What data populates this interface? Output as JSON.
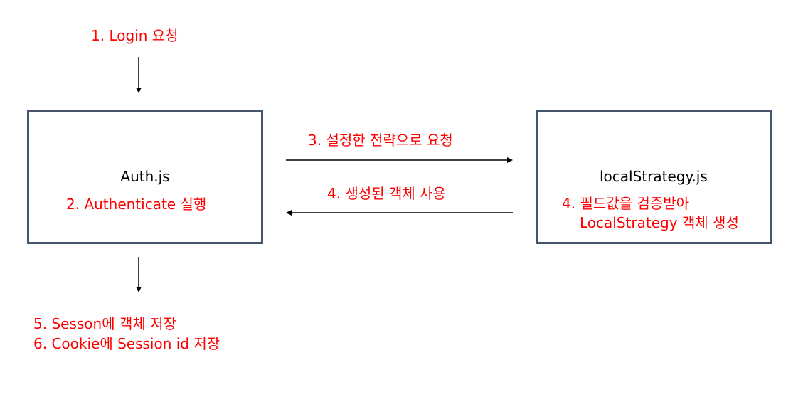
{
  "steps": {
    "login": "1. Login 요청",
    "authenticate": "2. Authenticate 실행",
    "request_strategy": "3. 설정한 전략으로 요청",
    "use_object": "4. 생성된 객체 사용",
    "validate_line1": "4. 필드값을 검증받아",
    "validate_line2": "LocalStrategy 객체 생성",
    "session_store": "5. Sesson에 객체 저장",
    "cookie_store": "6. Cookie에 Session id 저장"
  },
  "nodes": {
    "auth": "Auth.js",
    "local_strategy": "localStrategy.js"
  },
  "colors": {
    "annotation": "#ff0000",
    "box_border": "#44546a",
    "label": "#000000"
  }
}
